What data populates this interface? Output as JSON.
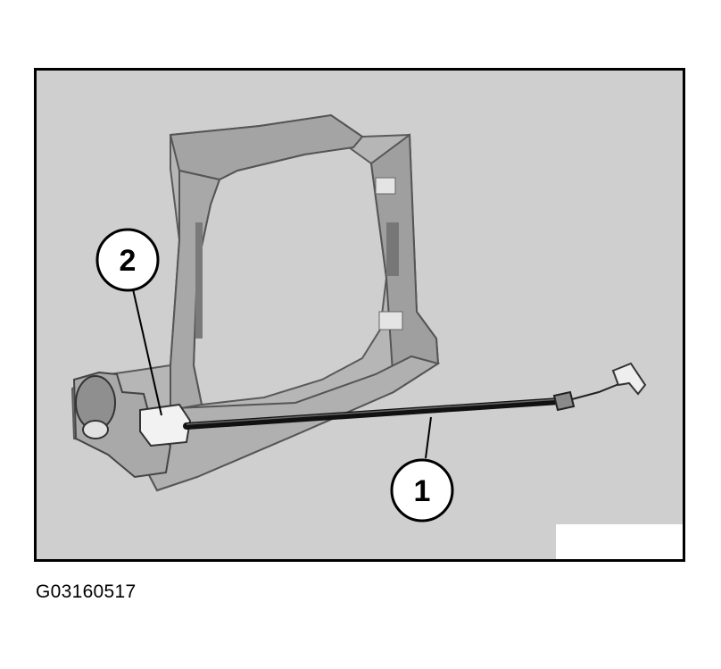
{
  "figure": {
    "background_color": "#cfcfcf",
    "callouts": [
      {
        "label": "1",
        "name": "cable"
      },
      {
        "label": "2",
        "name": "cable-clip"
      }
    ]
  },
  "caption": {
    "text": "G03160517"
  }
}
